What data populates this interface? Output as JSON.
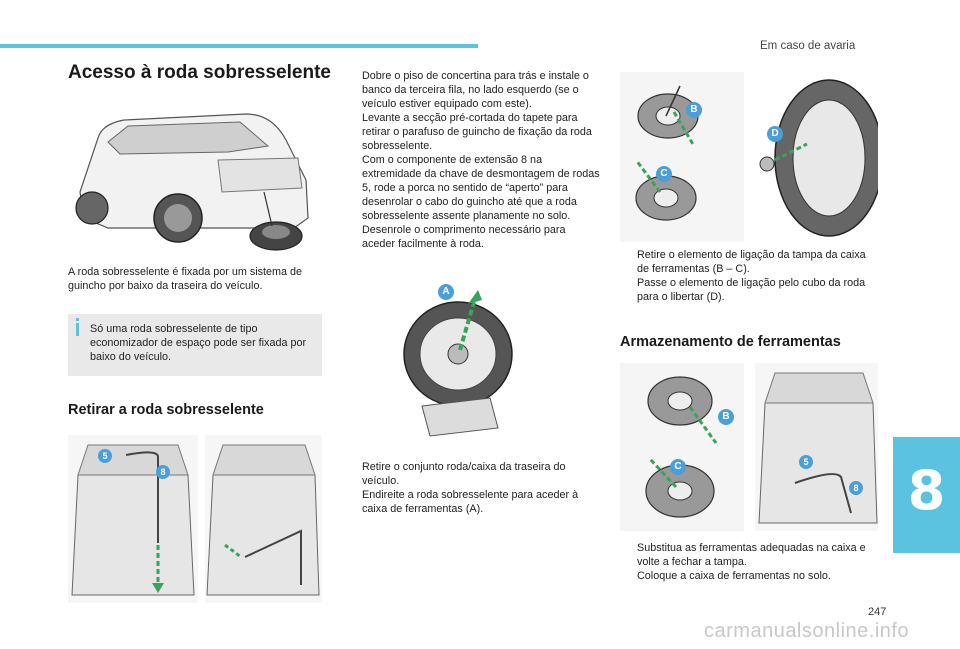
{
  "header": {
    "section": "Em caso de avaria"
  },
  "chapter": {
    "number": "8"
  },
  "page": {
    "number": "247"
  },
  "watermark": "carmanualsonline.info",
  "title": "Acesso à roda sobresselente",
  "intro": "A roda sobresselente é fixada por um sistema de guincho por baixo da traseira do veículo.",
  "info": "Só uma roda sobresselente de tipo economizador de espaço pode ser fixada por baixo do veículo.",
  "remove_heading": "Retirar a roda sobresselente",
  "bullet_glyph": "",
  "col2_bullets": [
    "Dobre o piso de concertina para trás e instale o banco da terceira fila, no lado esquerdo (se o veículo estiver equipado com este).",
    "Levante a secção pré-cortada do tapete para retirar o parafuso de guincho de fixação da roda sobresselente.",
    "Com o componente de extensão 8 na extremidade da chave de desmontagem de rodas 5, rode a porca no sentido de “aperto” para desenrolar o cabo do guincho até que a roda sobresselente assente planamente no solo. Desenrole o comprimento necessário para aceder facilmente à roda."
  ],
  "col2_bullets_bottom": [
    "Retire o conjunto roda/caixa da traseira do veículo.",
    "Endireite a roda sobresselente para aceder à caixa de ferramentas (A)."
  ],
  "col3_bullets": [
    "Retire o elemento de ligação da tampa da caixa de ferramentas (B – C).",
    "Passe o elemento de ligação pelo cubo da roda para o libertar (D)."
  ],
  "storage_heading": "Armazenamento de ferramentas",
  "col3_bullets_bottom": [
    "Substitua as ferramentas adequadas na caixa e volte a fechar a tampa.",
    "Coloque a caixa de ferramentas no solo."
  ],
  "callouts": {
    "a": "A",
    "b": "B",
    "c": "C",
    "d": "D",
    "five": "5",
    "eight": "8"
  },
  "colors": {
    "accent": "#5bc3e0",
    "callout": "#4a9fd8",
    "arrow": "#3aa35a"
  }
}
